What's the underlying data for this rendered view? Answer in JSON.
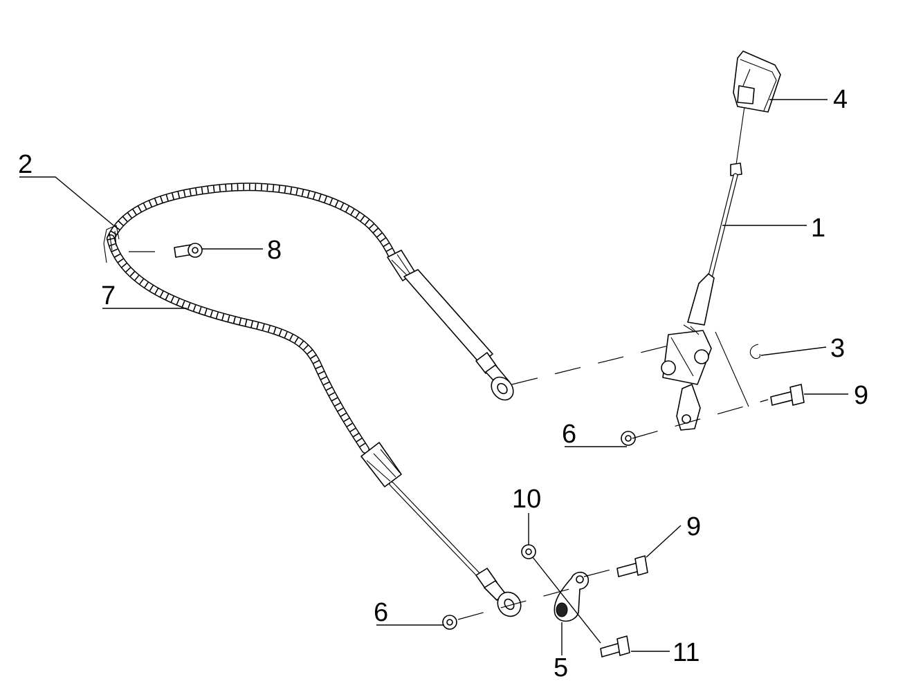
{
  "callouts": [
    {
      "id": "1",
      "label": "1"
    },
    {
      "id": "2",
      "label": "2"
    },
    {
      "id": "3",
      "label": "3"
    },
    {
      "id": "4",
      "label": "4"
    },
    {
      "id": "5",
      "label": "5"
    },
    {
      "id": "6a",
      "label": "6"
    },
    {
      "id": "6b",
      "label": "6"
    },
    {
      "id": "7",
      "label": "7"
    },
    {
      "id": "8",
      "label": "8"
    },
    {
      "id": "9a",
      "label": "9"
    },
    {
      "id": "9b",
      "label": "9"
    },
    {
      "id": "10",
      "label": "10"
    },
    {
      "id": "11",
      "label": "11"
    }
  ],
  "colors": {
    "ink": "#000000",
    "background": "#ffffff"
  }
}
